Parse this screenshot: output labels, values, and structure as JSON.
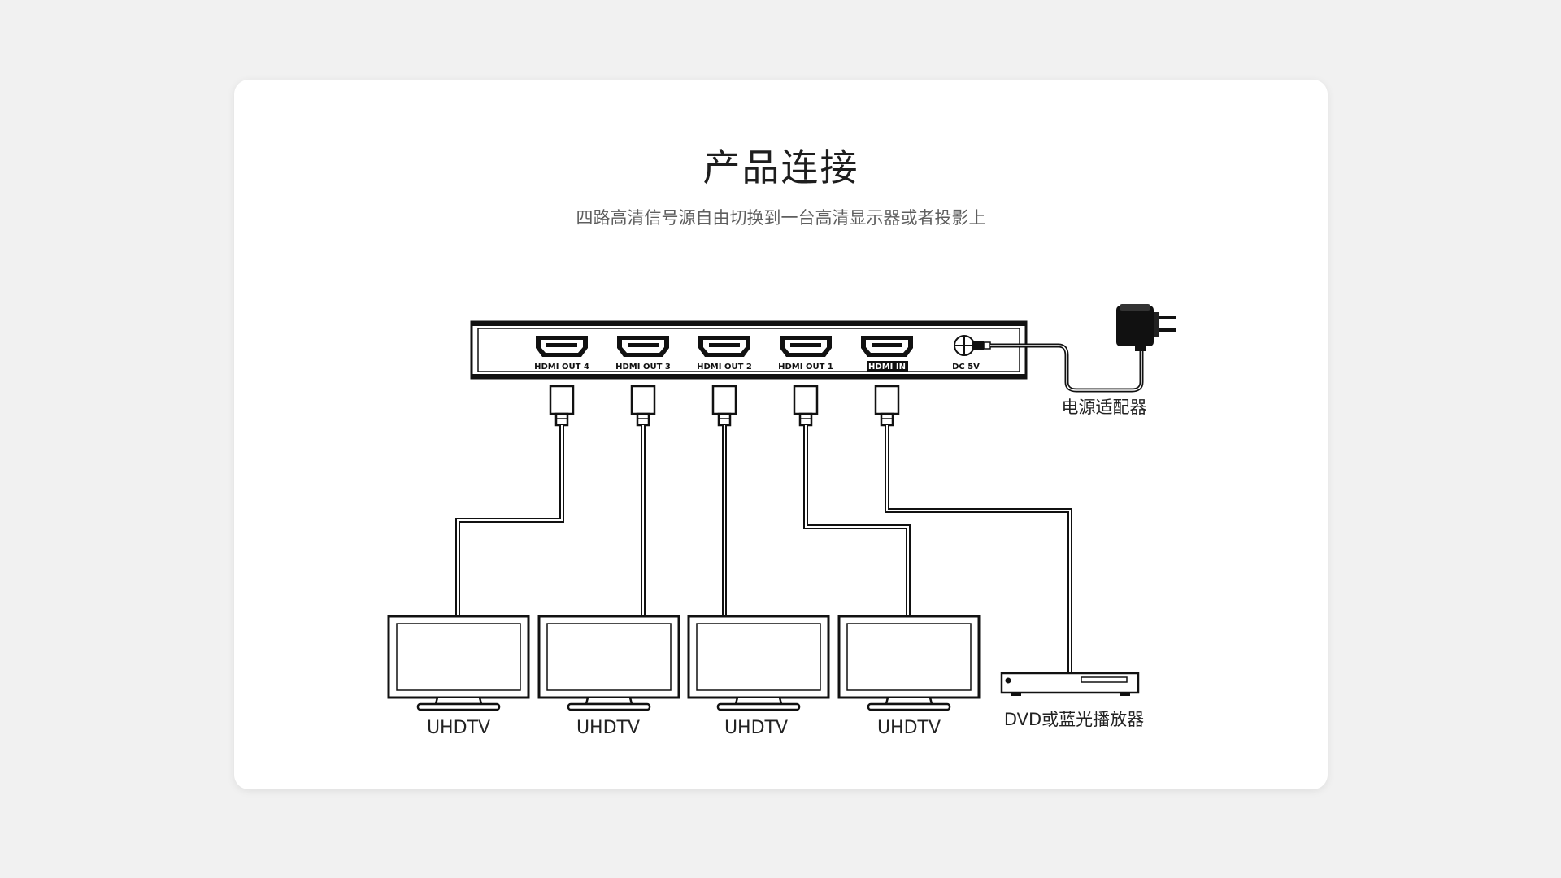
{
  "title": "产品连接",
  "subtitle": "四路高清信号源自由切换到一台高清显示器或者投影上",
  "ports": {
    "out4": "HDMI OUT 4",
    "out3": "HDMI OUT 3",
    "out2": "HDMI OUT 2",
    "out1": "HDMI OUT 1",
    "in": "HDMI IN",
    "dc": "DC 5V"
  },
  "power_adapter_label": "电源适配器",
  "tvs": [
    "UHDTV",
    "UHDTV",
    "UHDTV",
    "UHDTV"
  ],
  "source_label": "DVD或蓝光播放器"
}
